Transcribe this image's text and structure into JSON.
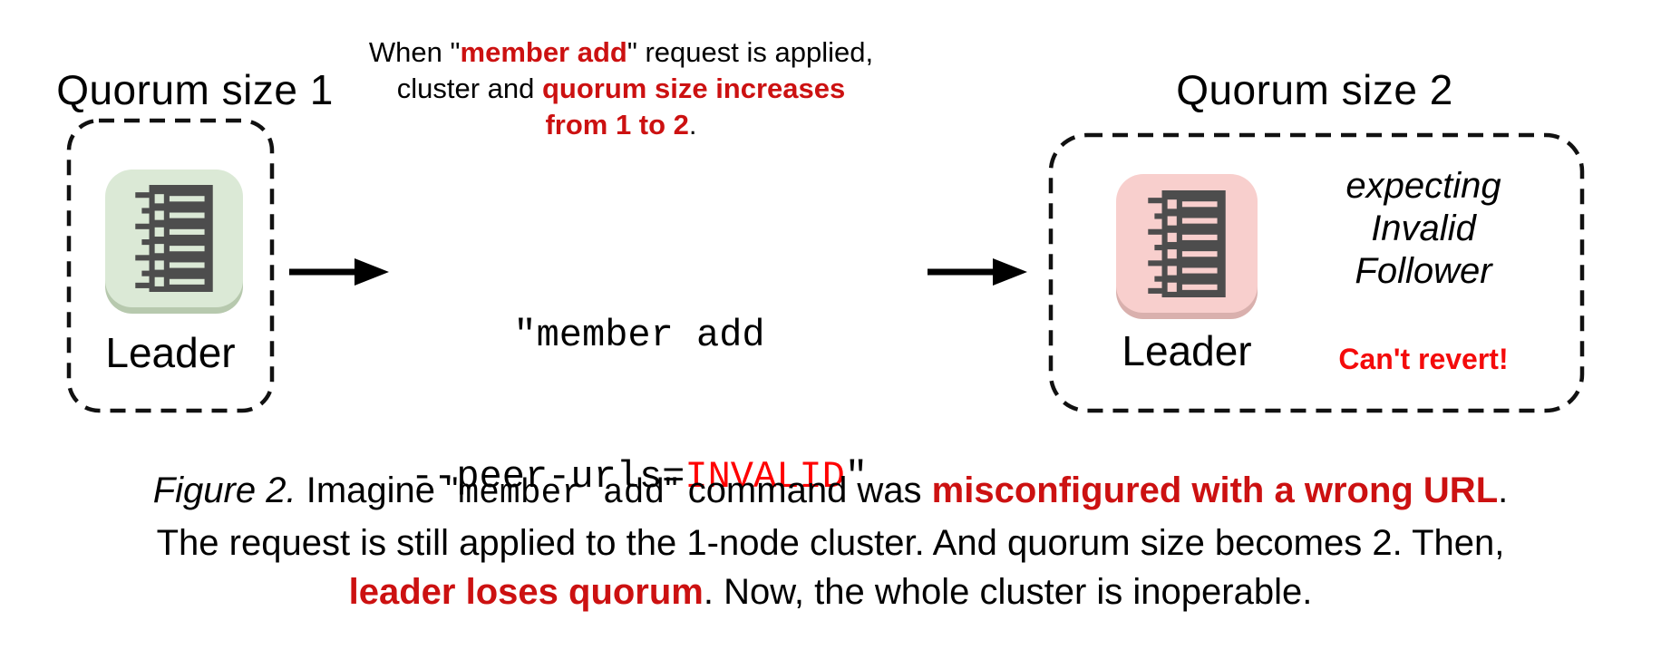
{
  "colors": {
    "red_bold": "#cc1111",
    "red_bright": "#f40b0b",
    "red_mono": "#ff0000",
    "icon_dark": "#4d4d4d",
    "green_bg": "#dbe9d6",
    "green_edge": "#b7c9ae",
    "pink_bg": "#f8cfcd",
    "pink_edge": "#d9b0ad"
  },
  "left": {
    "title": "Quorum size 1",
    "node_label": "Leader"
  },
  "top_note": {
    "line1_pre": "When \"",
    "line1_red": "member add",
    "line1_post": "\" request is applied,",
    "line2_pre": "cluster and ",
    "line2_red": "quorum size increases",
    "line3_red": "from 1 to 2",
    "line3_post": "."
  },
  "command": {
    "line1": "\"member add",
    "line2_pre": "--peer-urls=",
    "line2_red": "INVALID",
    "line2_post": "\""
  },
  "right": {
    "title": "Quorum size 2",
    "node_label": "Leader",
    "expecting_lines": [
      "expecting",
      "Invalid",
      "Follower"
    ],
    "warning": "Can't revert!"
  },
  "caption": {
    "line1_italic": "Figure 2.",
    "line1_pre": " Imagine \"",
    "line1_mono": "member add",
    "line1_mid": "\" command was ",
    "line1_red": "misconfigured with a wrong URL",
    "line1_end": ".",
    "line2": "The request is still applied to the 1-node cluster. And quorum size becomes 2. Then,",
    "line3_red": "leader loses quorum",
    "line3_end": ". Now, the whole cluster is inoperable."
  }
}
